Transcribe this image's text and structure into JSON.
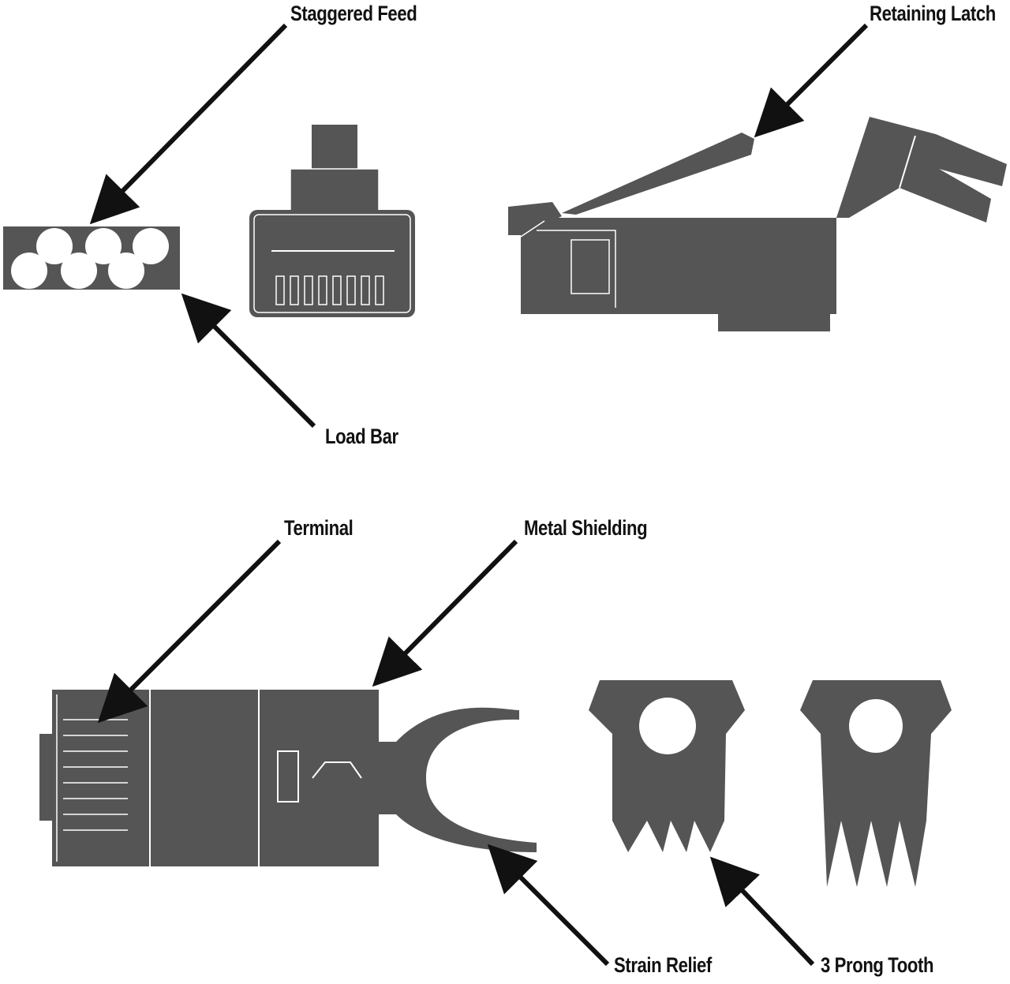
{
  "labels": {
    "staggered_feed": "Staggered Feed",
    "retaining_latch": "Retaining Latch",
    "load_bar": "Load Bar",
    "terminal": "Terminal",
    "metal_shielding": "Metal Shielding",
    "strain_relief": "Strain Relief",
    "prong_tooth": "3 Prong Tooth"
  },
  "colors": {
    "part_fill": "#555555",
    "part_line": "#ffffff",
    "arrow": "#111111",
    "background": "#ffffff"
  }
}
